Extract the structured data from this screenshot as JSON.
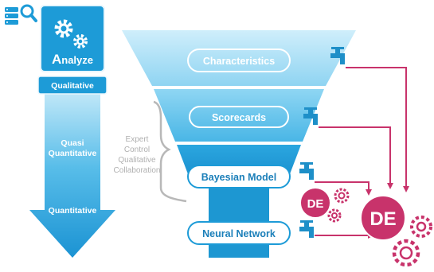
{
  "analyze": {
    "label_initial": "A",
    "label_rest": "nalyze"
  },
  "scale": {
    "qualitative": "Qualitative",
    "quasi_line1": "Quasi",
    "quasi_line2": "Quantitative",
    "quantitative": "Quantitative"
  },
  "brace_notes": [
    "Expert",
    "Control",
    "Qualitative",
    "Collaboration"
  ],
  "funnel": {
    "characteristics": "Characteristics",
    "scorecards": "Scorecards",
    "bayesian_model": "Bayesian Model",
    "neural_network": "Neural Network"
  },
  "de": {
    "small": "DE",
    "large": "DE"
  },
  "colors": {
    "cyan_dark": "#1d9bd7",
    "cyan_light": "#b9e5f7",
    "magenta": "#c8336b",
    "tap": "#1e8fc8",
    "gray": "#b8b8b8"
  },
  "icons": [
    "database-search-icon",
    "gears-icon",
    "tap-icon",
    "gear-icon"
  ]
}
